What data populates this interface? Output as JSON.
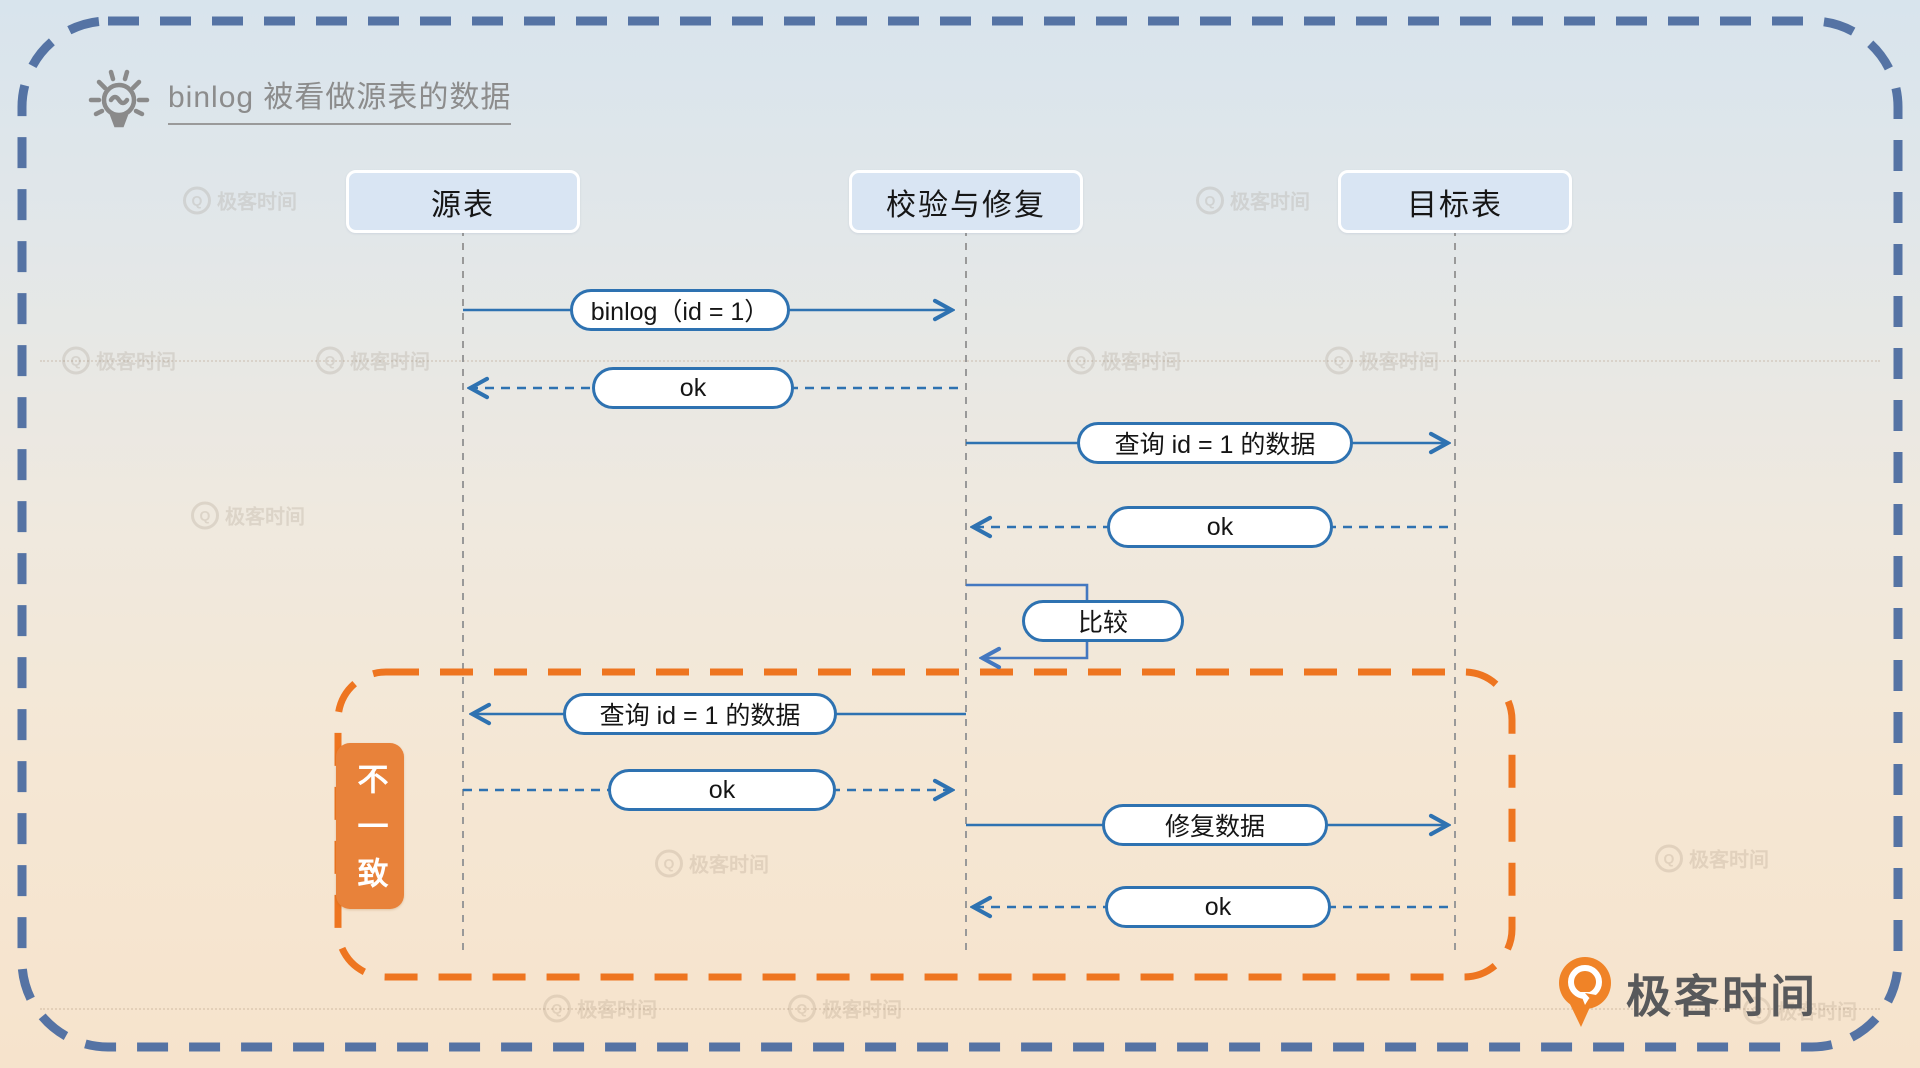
{
  "header": {
    "title": "binlog 被看做源表的数据"
  },
  "actors": [
    {
      "id": "source-table",
      "label": "源表"
    },
    {
      "id": "check-repair",
      "label": "校验与修复"
    },
    {
      "id": "target-table",
      "label": "目标表"
    }
  ],
  "messages": [
    {
      "from": "源表",
      "to": "校验与修复",
      "label": "binlog（id = 1）",
      "line": "solid"
    },
    {
      "from": "校验与修复",
      "to": "源表",
      "label": "ok",
      "line": "dashed"
    },
    {
      "from": "校验与修复",
      "to": "目标表",
      "label": "查询 id = 1 的数据",
      "line": "solid"
    },
    {
      "from": "目标表",
      "to": "校验与修复",
      "label": "ok",
      "line": "dashed"
    },
    {
      "from": "校验与修复",
      "to": "校验与修复",
      "label": "比较",
      "line": "self"
    },
    {
      "from": "校验与修复",
      "to": "源表",
      "label": "查询 id = 1 的数据",
      "line": "solid"
    },
    {
      "from": "源表",
      "to": "校验与修复",
      "label": "ok",
      "line": "dashed"
    },
    {
      "from": "校验与修复",
      "to": "目标表",
      "label": "修复数据",
      "line": "solid"
    },
    {
      "from": "目标表",
      "to": "校验与修复",
      "label": "ok",
      "line": "dashed"
    }
  ],
  "group": {
    "label": "不一致"
  },
  "logo": {
    "text": "极客时间"
  },
  "watermark": {
    "text": "极客时间",
    "q": "Q"
  },
  "colors": {
    "arrow_blue": "#2e72b1",
    "self_loop_blue": "#4478c0",
    "group_orange": "#ee7520",
    "badge_orange": "#e8823a",
    "outer_border_blue": "#5573a4",
    "actor_fill": "#d9e5f3",
    "title_gray": "#8c8c8c",
    "lifeline_gray": "#999999"
  }
}
